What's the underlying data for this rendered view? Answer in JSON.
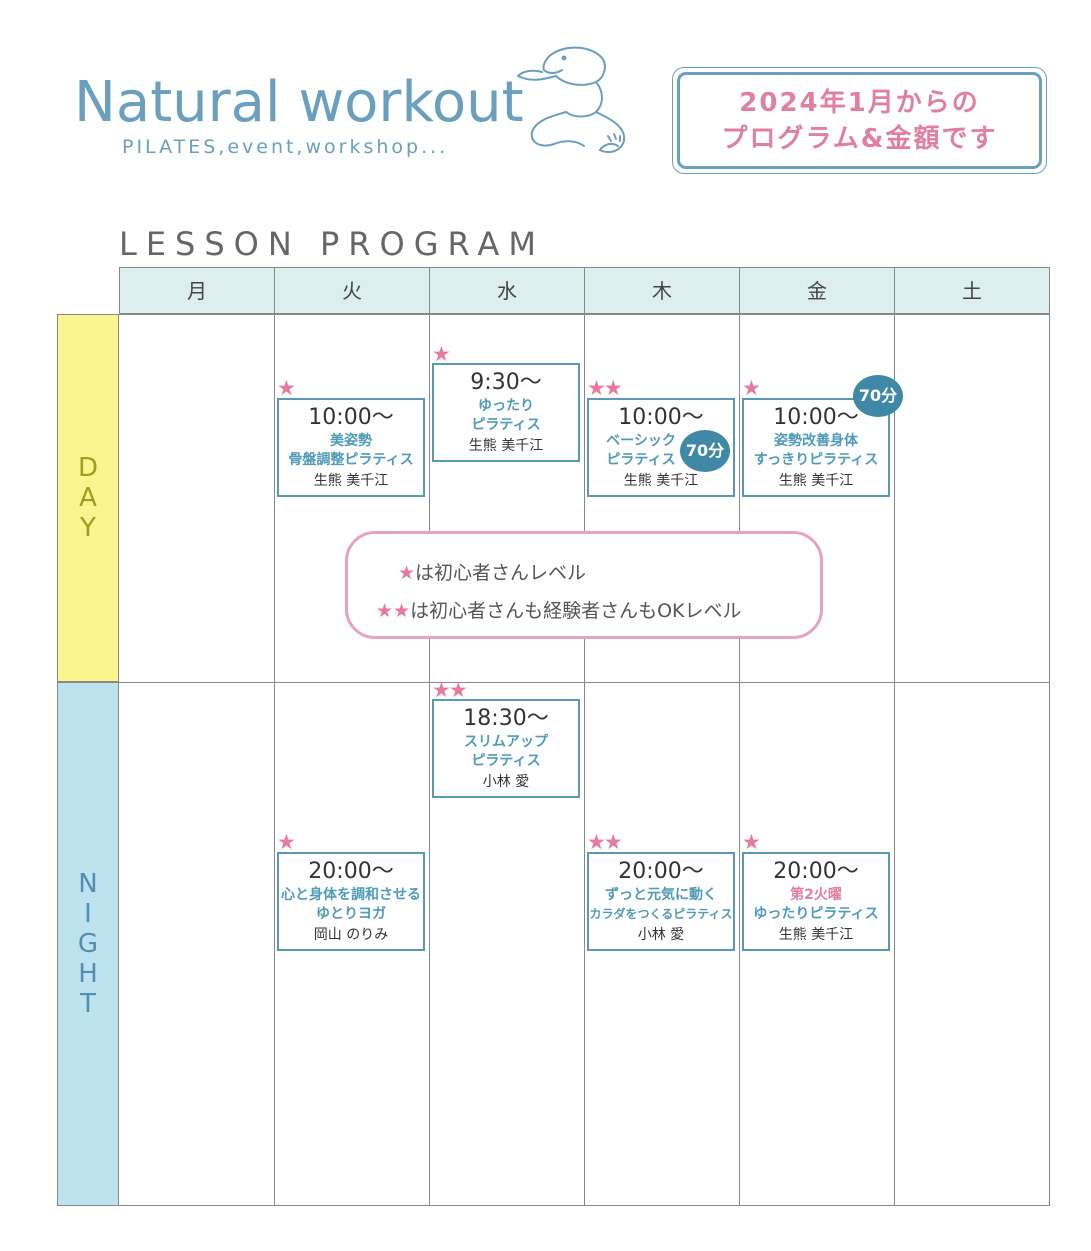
{
  "logo": {
    "title": "Natural workout",
    "subtitle": "PILATES,event,workshop..."
  },
  "notice": {
    "line1": "2024年1月からの",
    "line2": "プログラム&金額です"
  },
  "section_title": "LESSON PROGRAM",
  "days": [
    "月",
    "火",
    "水",
    "木",
    "金",
    "土"
  ],
  "bands": {
    "day": [
      "D",
      "A",
      "Y"
    ],
    "night": [
      "N",
      "I",
      "G",
      "H",
      "T"
    ]
  },
  "classes": {
    "tue_day": {
      "stars": "★",
      "time": "10:00〜",
      "name1": "美姿勢",
      "name2": "骨盤調整ピラティス",
      "teacher": "生熊 美千江"
    },
    "wed_day": {
      "stars": "★",
      "time": "9:30〜",
      "name1": "ゆったり",
      "name2": "ピラティス",
      "teacher": "生熊 美千江"
    },
    "thu_day": {
      "stars": "★★",
      "time": "10:00〜",
      "name1": "ベーシック",
      "name2": "ピラティス",
      "teacher": "生熊 美千江",
      "badge": "70分"
    },
    "fri_day": {
      "stars": "★",
      "time": "10:00〜",
      "name1": "姿勢改善身体",
      "name2": "すっきりピラティス",
      "teacher": "生熊 美千江",
      "badge": "70分"
    },
    "wed_night": {
      "stars": "★★",
      "time": "18:30〜",
      "name1": "スリムアップ",
      "name2": "ピラティス",
      "teacher": "小林 愛"
    },
    "tue_night": {
      "stars": "★",
      "time": "20:00〜",
      "name1": "心と身体を調和させる",
      "name2": "ゆとりヨガ",
      "teacher": "岡山 のりみ"
    },
    "thu_night": {
      "stars": "★★",
      "time": "20:00〜",
      "name1": "ずっと元気に動く",
      "name2": "カラダをつくるピラティス",
      "teacher": "小林 愛"
    },
    "fri_night": {
      "stars": "★",
      "time": "20:00〜",
      "name1": "第2火曜",
      "name2": "ゆったりピラティス",
      "teacher": "生熊 美千江"
    }
  },
  "legend": {
    "star1": "★",
    "text1": "は初心者さんレベル",
    "star2": "★★",
    "text2": "は初心者さんも経験者さんもOKレベル"
  },
  "colors": {
    "accent_blue": "#6a9fbe",
    "pink": "#e07fa0",
    "day_band": "#fbf48f",
    "night_band": "#bde3ee",
    "header": "#dcefee"
  }
}
